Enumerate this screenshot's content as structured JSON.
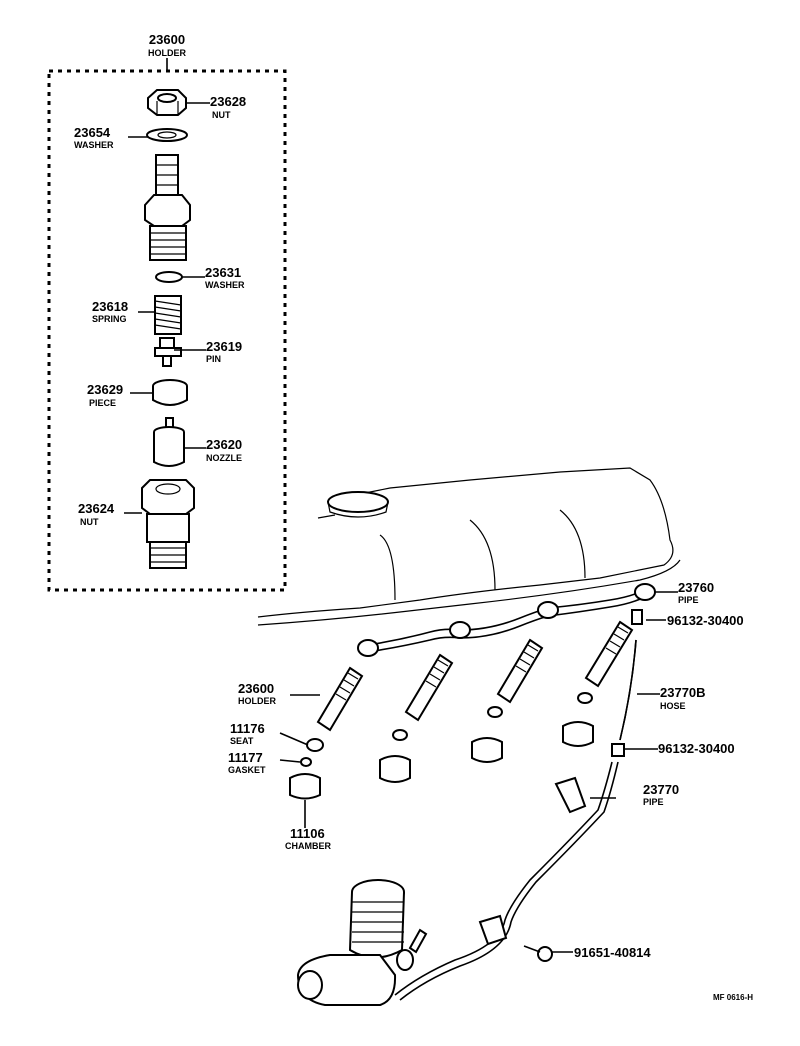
{
  "holder_box": {
    "number": "23600",
    "name": "HOLDER"
  },
  "callouts": [
    {
      "id": "nut-top",
      "number": "23628",
      "name": "NUT"
    },
    {
      "id": "washer-top",
      "number": "23654",
      "name": "WASHER"
    },
    {
      "id": "washer-mid",
      "number": "23631",
      "name": "WASHER"
    },
    {
      "id": "spring",
      "number": "23618",
      "name": "SPRING"
    },
    {
      "id": "pin",
      "number": "23619",
      "name": "PIN"
    },
    {
      "id": "piece",
      "number": "23629",
      "name": "PIECE"
    },
    {
      "id": "nozzle",
      "number": "23620",
      "name": "NOZZLE"
    },
    {
      "id": "nut-bottom",
      "number": "23624",
      "name": "NUT"
    },
    {
      "id": "pipe-leak",
      "number": "23760",
      "name": "PIPE"
    },
    {
      "id": "clip-upper",
      "number": "96132-30400",
      "name": ""
    },
    {
      "id": "holder-assy",
      "number": "23600",
      "name": "HOLDER"
    },
    {
      "id": "hose",
      "number": "23770B",
      "name": "HOSE"
    },
    {
      "id": "seat",
      "number": "11176",
      "name": "SEAT"
    },
    {
      "id": "gasket",
      "number": "11177",
      "name": "GASKET"
    },
    {
      "id": "clip-lower",
      "number": "96132-30400",
      "name": ""
    },
    {
      "id": "pipe-return",
      "number": "23770",
      "name": "PIPE"
    },
    {
      "id": "chamber",
      "number": "11106",
      "name": "CHAMBER"
    },
    {
      "id": "bolt",
      "number": "91651-40814",
      "name": ""
    }
  ],
  "figure_code": "MF 0616-H"
}
